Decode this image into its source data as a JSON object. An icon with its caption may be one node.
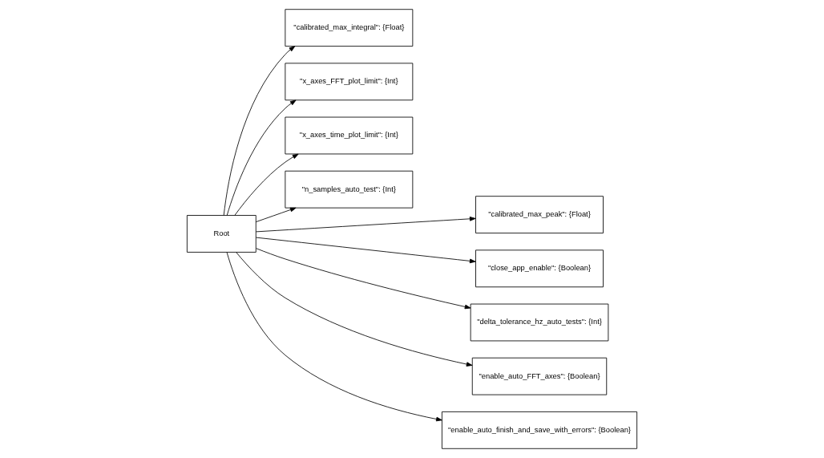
{
  "diagram": {
    "nodes": [
      {
        "text": [
          "Root"
        ]
      },
      {
        "text": [
          "\"calibrated_max_integral\": {Float}"
        ]
      },
      {
        "text": [
          "\"x_axes_FFT_plot_limit\": {Int}"
        ]
      },
      {
        "text": [
          "\"x_axes_time_plot_limit\": {Int}"
        ]
      },
      {
        "text": [
          "\"n_samples_auto_test\": {Int}"
        ]
      },
      {
        "text": [
          "\"calibrated_max_peak\": {Float}"
        ]
      },
      {
        "text": [
          "\"close_app_enable\": {Boolean}"
        ]
      },
      {
        "text": [
          "\"delta_tolerance_hz_auto_tests\": {Int}"
        ]
      },
      {
        "text": [
          "\"enable_auto_FFT_axes\": {Boolean}"
        ]
      },
      {
        "text": [
          "\"enable_auto_finish_and_save_with_errors\": {Boolean}"
        ]
      }
    ],
    "edges": [
      {
        "from": 0,
        "to": 1,
        "arrow": "to"
      },
      {
        "from": 0,
        "to": 2,
        "arrow": "to"
      },
      {
        "from": 0,
        "to": 3,
        "arrow": "to"
      },
      {
        "from": 0,
        "to": 4,
        "arrow": "to"
      },
      {
        "from": 0,
        "to": 5,
        "arrow": "to"
      },
      {
        "from": 0,
        "to": 6,
        "arrow": "to"
      },
      {
        "from": 0,
        "to": 7,
        "arrow": "to"
      },
      {
        "from": 0,
        "to": 8,
        "arrow": "to"
      },
      {
        "from": 0,
        "to": 9,
        "arrow": "to"
      }
    ]
  }
}
